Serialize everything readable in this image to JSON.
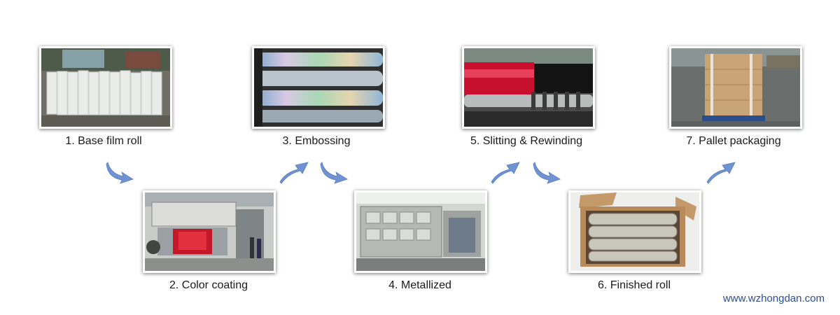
{
  "steps": [
    {
      "label": "1. Base film roll",
      "image": "base-film-rolls-photo"
    },
    {
      "label": "2. Color coating",
      "image": "color-coating-machine-photo"
    },
    {
      "label": "3. Embossing",
      "image": "embossing-rollers-photo"
    },
    {
      "label": "4. Metallized",
      "image": "metallizing-machine-photo"
    },
    {
      "label": "5. Slitting & Rewinding",
      "image": "slitting-rewinding-photo"
    },
    {
      "label": "6. Finished roll",
      "image": "finished-rolls-box-photo"
    },
    {
      "label": "7. Pallet packaging",
      "image": "pallet-packaging-photo"
    }
  ],
  "footer": {
    "website": "www.wzhongdan.com"
  },
  "colors": {
    "arrow": "#6f93d2",
    "url_text": "#2e4f8f"
  },
  "icons": {
    "arrow_down": "curved-arrow-down-icon",
    "arrow_up": "curved-arrow-up-icon"
  }
}
